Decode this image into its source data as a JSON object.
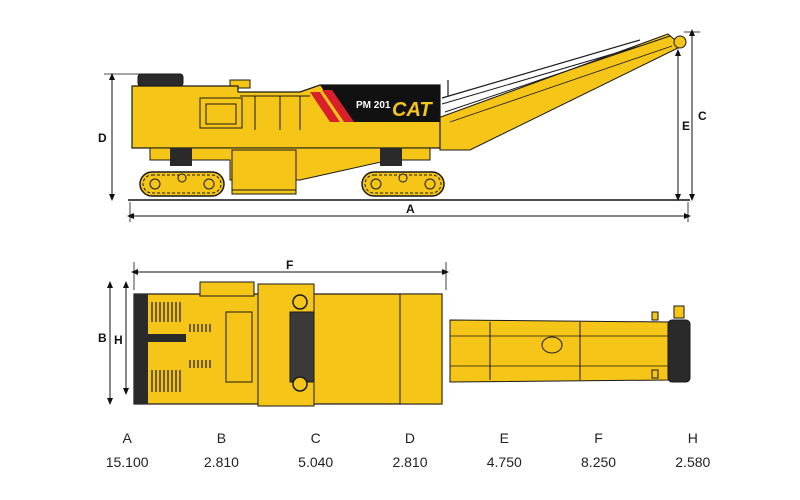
{
  "colors": {
    "machine": "#F5C518",
    "outline": "#1a1a1a",
    "dark": "#3a3a3a",
    "accent_red": "#d8202a",
    "panel_black": "#111111"
  },
  "side_view": {
    "model_label": "PM 201",
    "brand_label": "CAT",
    "dim_labels": {
      "A": "A",
      "C": "C",
      "D": "D",
      "E": "E"
    }
  },
  "top_view": {
    "dim_labels": {
      "B": "B",
      "H": "H",
      "F": "F"
    }
  },
  "dimensions": [
    {
      "code": "A",
      "value": "15.100"
    },
    {
      "code": "B",
      "value": "2.810"
    },
    {
      "code": "C",
      "value": "5.040"
    },
    {
      "code": "D",
      "value": "2.810"
    },
    {
      "code": "E",
      "value": "4.750"
    },
    {
      "code": "F",
      "value": "8.250"
    },
    {
      "code": "H",
      "value": "2.580"
    }
  ]
}
